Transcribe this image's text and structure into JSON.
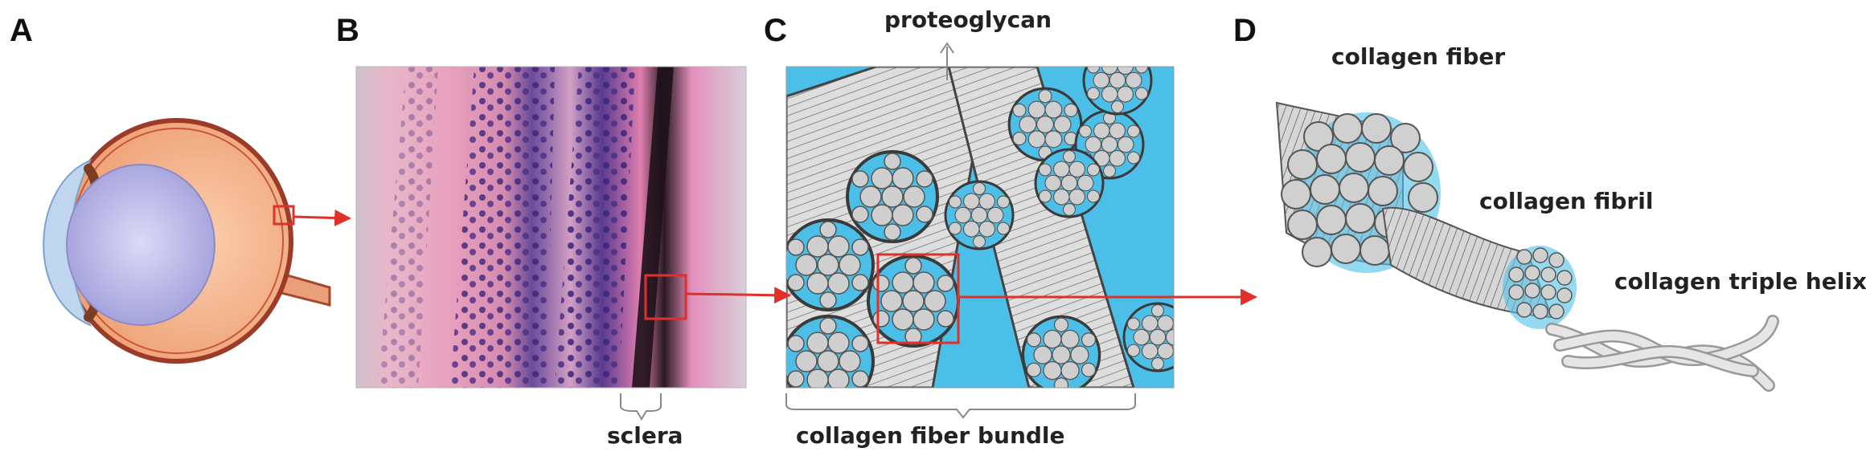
{
  "panels": {
    "a": {
      "letter": "A"
    },
    "b": {
      "letter": "B",
      "caption": "sclera"
    },
    "c": {
      "letter": "C",
      "top_label": "proteoglycan",
      "caption": "collagen fiber bundle"
    },
    "d": {
      "letter": "D",
      "labels": {
        "fiber": "collagen fiber",
        "fibril": "collagen fibril",
        "helix": "collagen triple helix"
      }
    }
  },
  "colors": {
    "callout": "#e0302a",
    "matrix_blue": "#4bbfe8",
    "fiber_gray": "#cfcfcf",
    "histology_pink": "#e7a2bd",
    "histology_purple": "#4a2f86",
    "eye_orange": "#f2b58d",
    "lens_lavender": "#b7b5e6"
  }
}
